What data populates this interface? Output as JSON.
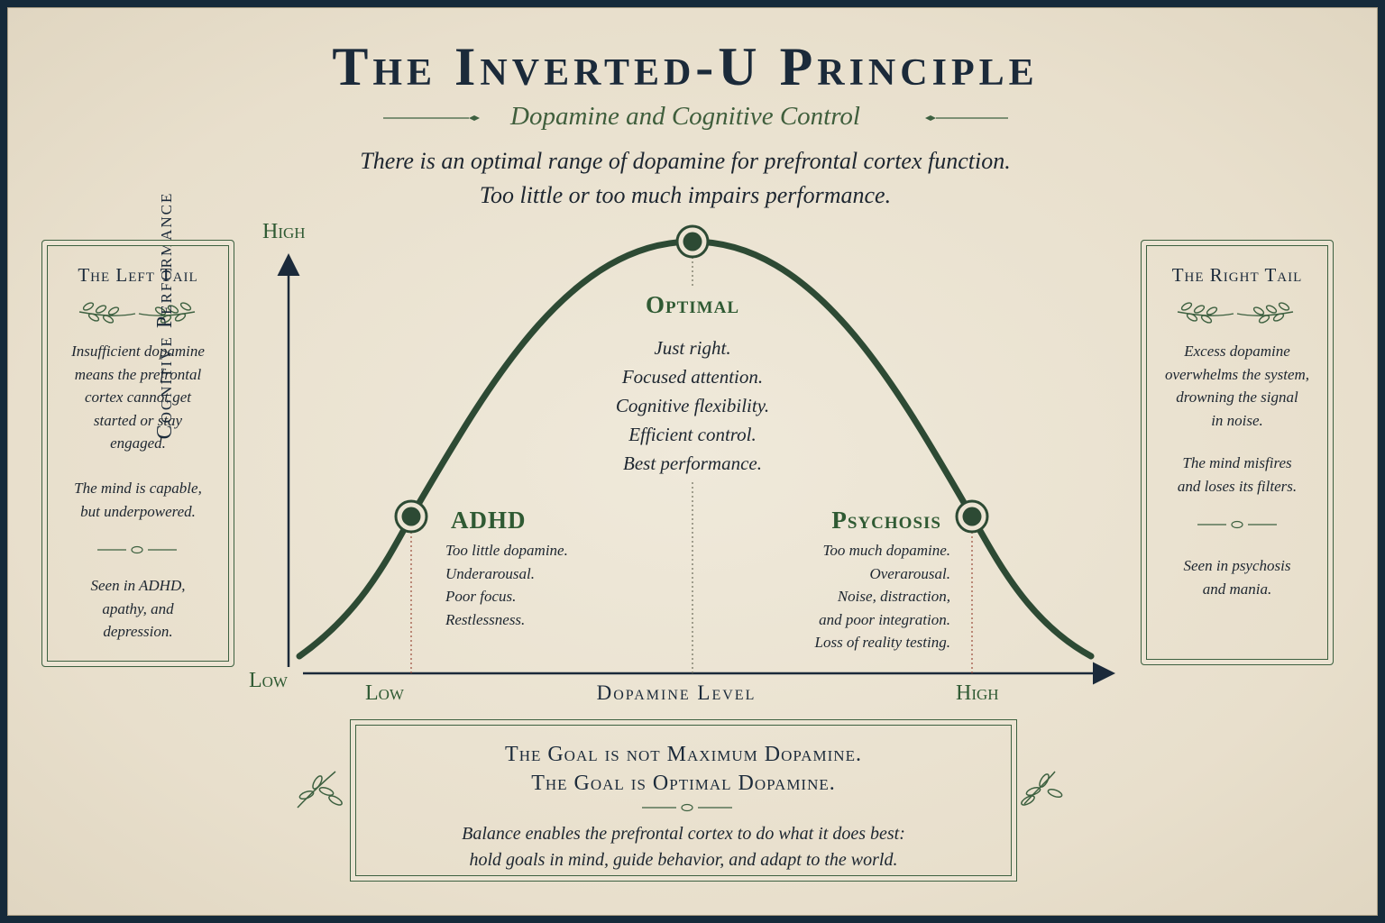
{
  "header": {
    "title": "The Inverted-U Principle",
    "subtitle": "Dopamine and Cognitive Control",
    "intro_line1": "There is an optimal range of dopamine for prefrontal cortex function.",
    "intro_line2": "Too little or too much impairs performance."
  },
  "axes": {
    "y_label": "Cognitive Performance",
    "y_high": "High",
    "y_low": "Low",
    "x_label": "Dopamine Level",
    "x_low": "Low",
    "x_high": "High"
  },
  "zones": {
    "adhd": {
      "title": "ADHD",
      "lines": [
        "Too little dopamine.",
        "Underarousal.",
        "Poor focus.",
        "Restlessness."
      ]
    },
    "optimal": {
      "title": "Optimal",
      "lines": [
        "Just right.",
        "Focused attention.",
        "Cognitive flexibility.",
        "Efficient control.",
        "Best performance."
      ]
    },
    "psychosis": {
      "title": "Psychosis",
      "lines": [
        "Too much dopamine.",
        "Overarousal.",
        "Noise, distraction,",
        "and poor integration.",
        "Loss of reality testing."
      ]
    }
  },
  "left_panel": {
    "title": "The Left Tail",
    "para1": [
      "Insufficient dopamine",
      "means the prefrontal",
      "cortex cannot get",
      "started or stay",
      "engaged."
    ],
    "para2": [
      "The mind is capable,",
      "but underpowered."
    ],
    "para3": [
      "Seen in ADHD,",
      "apathy, and",
      "depression."
    ]
  },
  "right_panel": {
    "title": "The Right Tail",
    "para1": [
      "Excess dopamine",
      "overwhelms the system,",
      "drowning the signal",
      "in noise."
    ],
    "para2": [
      "The mind misfires",
      "and loses its filters."
    ],
    "para3": [
      "Seen in psychosis",
      "and mania."
    ]
  },
  "goal": {
    "line1": "The Goal is not Maximum Dopamine.",
    "line2": "The Goal is Optimal Dopamine.",
    "text1": "Balance enables the prefrontal cortex to do what it does best:",
    "text2": "hold goals in mind, guide behavior, and adapt to the world."
  },
  "colors": {
    "navy": "#1b2a3a",
    "green": "#2f5a33",
    "curve": "#2d4a34",
    "paper": "#ece4d3"
  },
  "icons": [
    "laurel-icon",
    "flourish-icon",
    "arrow-icon",
    "marker-icon"
  ]
}
